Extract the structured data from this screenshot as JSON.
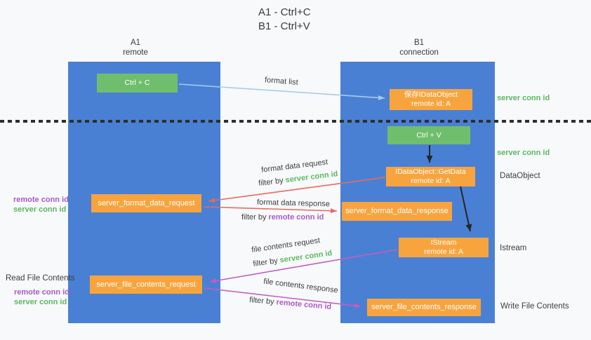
{
  "title": {
    "line1": "A1 - Ctrl+C",
    "line2": "B1 - Ctrl+V"
  },
  "lanes": {
    "left": {
      "title": "A1",
      "subtitle": "remote"
    },
    "right": {
      "title": "B1",
      "subtitle": "connection"
    }
  },
  "nodes": {
    "ctrl_c": {
      "label": "Ctrl + C"
    },
    "save_idataobject": {
      "line1": "保存IDataObject",
      "line2": "remote id: A"
    },
    "ctrl_v": {
      "label": "Ctrl + V"
    },
    "getdata": {
      "line1": "IDataObject::GetData",
      "line2": "remote id: A"
    },
    "format_request": {
      "label": "server_format_data_request"
    },
    "format_response": {
      "label": "server_format_data_response"
    },
    "istream": {
      "line1": "IStream",
      "line2": "remote id: A"
    },
    "file_request": {
      "label": "server_file_contents_request"
    },
    "file_response": {
      "label": "server_file_contents_response"
    }
  },
  "side_labels": {
    "server_conn_id_top": "server conn id",
    "server_conn_id_mid": "server conn id",
    "dataobject": "DataObject",
    "istream": "Istream",
    "write_file_contents": "Write File Contents",
    "read_file_contents": "Read File Contents",
    "upper_remote_conn_id": "remote conn id",
    "upper_server_conn_id": "server conn id",
    "lower_remote_conn_id": "remote conn id",
    "lower_server_conn_id": "server conn id"
  },
  "flow_labels": {
    "format_list": "format list",
    "format_data_request": "format data request",
    "format_data_response": "format data response",
    "file_contents_request": "file contents request",
    "file_contents_response": "file contents response",
    "filter_by": "filter by ",
    "server_conn_id": "server conn id",
    "remote_conn_id": "remote conn id"
  },
  "colors": {
    "lane_blue": "#4a80d4",
    "node_orange": "#f8a43e",
    "node_green": "#6fbe6d",
    "green_text": "#5cb85f",
    "purple_text": "#a85ac8",
    "red_arrow": "#e66a5f",
    "magenta_arrow": "#c25ec2",
    "light_blue_arrow": "#a6cdea",
    "black_arrow": "#262626"
  }
}
